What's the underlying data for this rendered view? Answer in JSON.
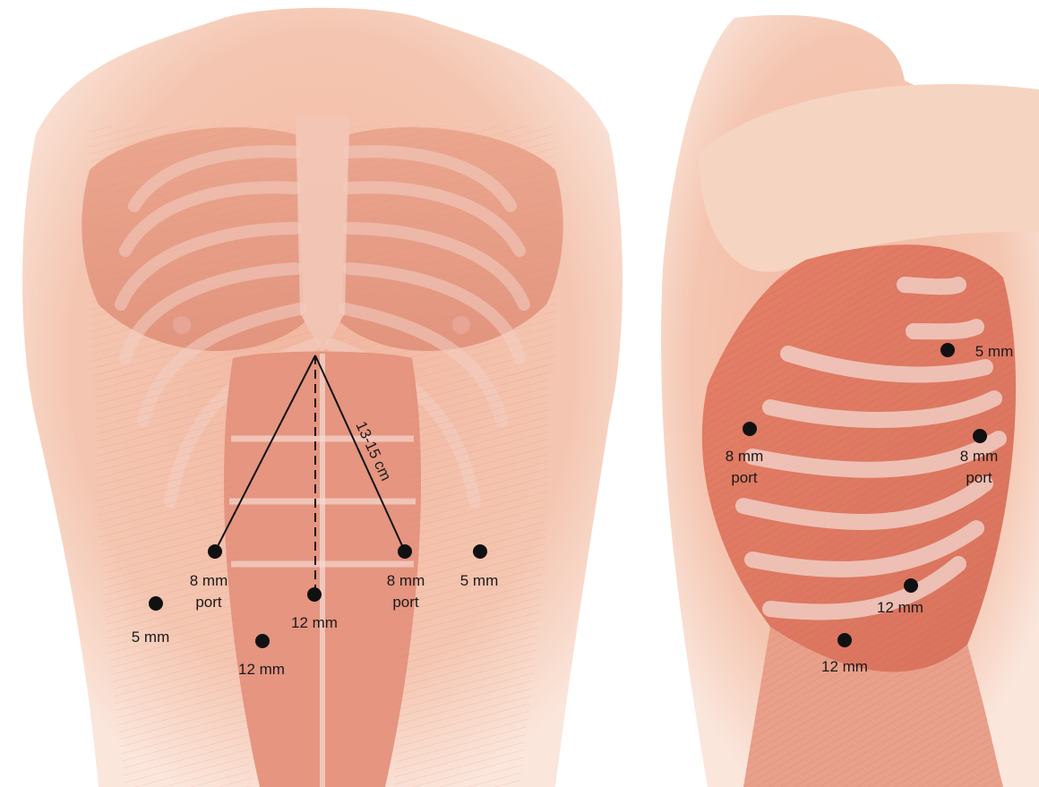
{
  "front_view": {
    "distance_label": "13-15 cm",
    "ports": [
      {
        "line1": "8 mm",
        "line2": "port"
      },
      {
        "line1": "8 mm",
        "line2": "port"
      },
      {
        "line1": "12 mm",
        "line2": ""
      },
      {
        "line1": "5 mm",
        "line2": ""
      },
      {
        "line1": "5 mm",
        "line2": ""
      },
      {
        "line1": "12 mm",
        "line2": ""
      }
    ]
  },
  "side_view": {
    "ports": [
      {
        "line1": "5 mm",
        "line2": ""
      },
      {
        "line1": "8 mm",
        "line2": "port"
      },
      {
        "line1": "8 mm",
        "line2": "port"
      },
      {
        "line1": "12 mm",
        "line2": ""
      },
      {
        "line1": "12 mm",
        "line2": ""
      }
    ]
  },
  "colors": {
    "skin": "#f6d2bf",
    "muscle": "#e79a83",
    "muscle_dark": "#d9745f",
    "rib": "#f4d6cf",
    "port_dot": "#111111"
  }
}
